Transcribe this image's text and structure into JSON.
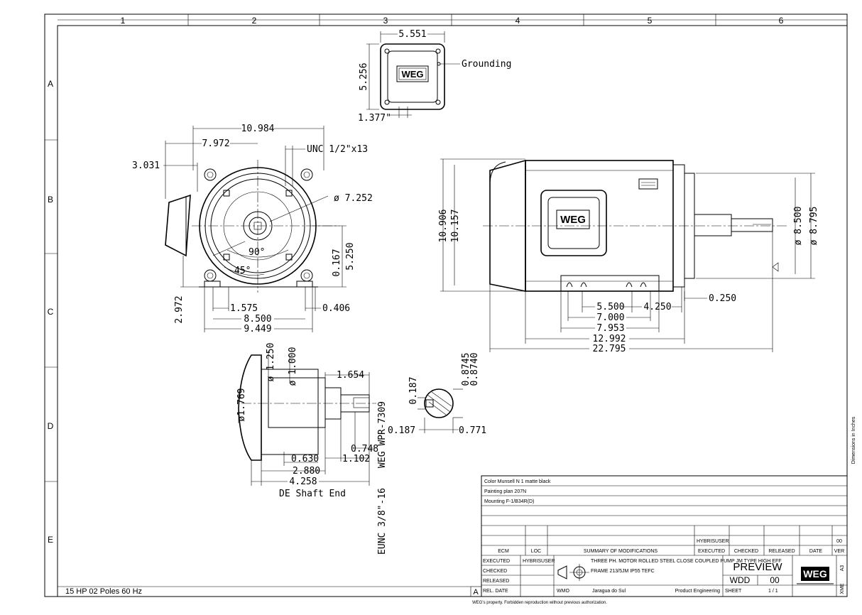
{
  "frame": {
    "columns": [
      "1",
      "2",
      "3",
      "4",
      "5",
      "6"
    ],
    "rows": [
      "A",
      "B",
      "C",
      "D",
      "E"
    ]
  },
  "top_view": {
    "width": "5.551",
    "height": "5.256",
    "offset": "1.377\"",
    "grounding_label": "Grounding",
    "logo": "WEG"
  },
  "front_view": {
    "d_10984": "10.984",
    "d_7972": "7.972",
    "thread": "UNC 1/2\"x13",
    "d_3031": "3.031",
    "dia_7252": "ø 7.252",
    "angle_90": "90°",
    "angle_45": "45°",
    "d_0167": "0.167",
    "d_5250": "5.250",
    "d_2972": "2.972",
    "d_1575": "1.575",
    "d_0406": "0.406",
    "d_8500": "8.500",
    "d_9449": "9.449"
  },
  "side_view": {
    "h_10906": "10.906",
    "h_10157": "10.157",
    "dia_8500": "ø 8.500",
    "dia_8795": "ø 8.795",
    "d_5500": "5.500",
    "d_4250": "4.250",
    "d_0250": "0.250",
    "d_7000": "7.000",
    "d_7953": "7.953",
    "d_12992": "12.992",
    "d_22795": "22.795",
    "logo": "WEG"
  },
  "shaft_view": {
    "dia_1250": "ø 1.250",
    "dia_1000": "ø 1.000",
    "d_1654": "1.654",
    "dia_1769": "ø1.769",
    "thread_wpr": "WEG WPR-7309",
    "d_0748": "0.748",
    "d_1102": "1.102",
    "d_0630": "0.630",
    "d_2880": "2.880",
    "d_4258": "4.258",
    "caption": "DE Shaft End",
    "thread_eunc": "EUNC 3/8\"-16"
  },
  "key_section": {
    "d_0187_v": "0.187",
    "d_08745": "0.8745",
    "d_08740": "0.8740",
    "d_0187_h": "0.187",
    "d_0771": "0.771"
  },
  "side_note": "Dimensions in Inches",
  "title_block": {
    "notes": [
      "Color Munsell N 1 matte black",
      "Painting plan 207N",
      "Mounting F-1/B34R(D)"
    ],
    "rev_user": "HYBRISUSER",
    "rev_number": "00",
    "headers": {
      "ecm": "ECM",
      "loc": "LOC",
      "summary": "SUMMARY OF MODIFICATIONS",
      "executed": "EXECUTED",
      "checked": "CHECKED",
      "released": "RELEASED",
      "date": "DATE",
      "ver": "VER"
    },
    "executed_label": "EXECUTED",
    "executed_user": "HYBRISUSER",
    "checked_label": "CHECKED",
    "released_label": "RELEASED",
    "rel_date_label": "REL. DATE",
    "desc1": "THREE PH. MOTOR  ROLLED STEEL  CLOSE COUPLED PUMP  JM TYPE HIGH EFF",
    "desc2": "FRAME 213/5JM IP55 TEFC",
    "preview": "PREVIEW",
    "doc_type": "WDD",
    "doc_ver": "00",
    "wmo": "WMO",
    "city": "Jaragua do Sul",
    "dept": "Product Engineering",
    "sheet_label": "SHEET",
    "sheet_value": "1  /  1",
    "logo": "WEG",
    "sheet_size": "A3",
    "xme": "XME",
    "rev_letter": "A"
  },
  "footer_spec": "15 HP   02 Poles   60 Hz",
  "footer_notice": "WEG's property. Forbidden reproduction without previous authorization."
}
